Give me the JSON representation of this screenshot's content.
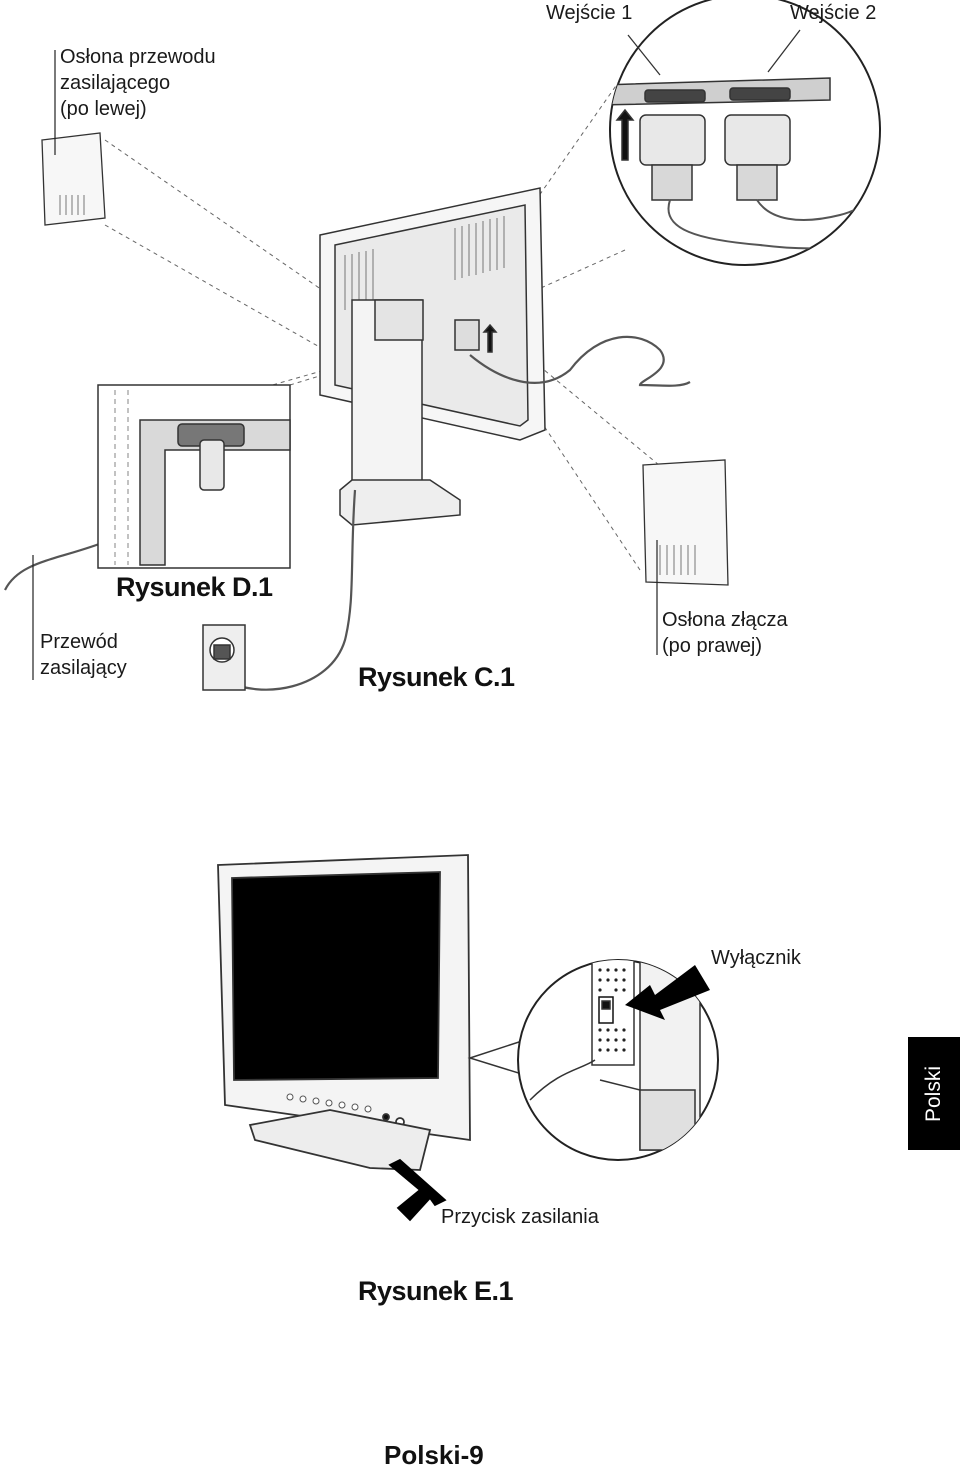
{
  "figures": {
    "c1": {
      "caption": "Rysunek C.1"
    },
    "d1": {
      "caption": "Rysunek D.1"
    },
    "e1": {
      "caption": "Rysunek E.1"
    }
  },
  "callouts": {
    "input1": "Wejście 1",
    "input2": "Wejście 2",
    "cable_cover_left": [
      "Osłona przewodu",
      "zasilającego",
      "(po lewej)"
    ],
    "power_cord": [
      "Przewód",
      "zasilający"
    ],
    "connector_cover_right": [
      "Osłona złącza",
      "(po prawej)"
    ],
    "power_switch": "Wyłącznik",
    "power_button": "Przycisk zasilania"
  },
  "side_tab": {
    "label": "Polski"
  },
  "footer": {
    "page_number": "Polski-9"
  }
}
